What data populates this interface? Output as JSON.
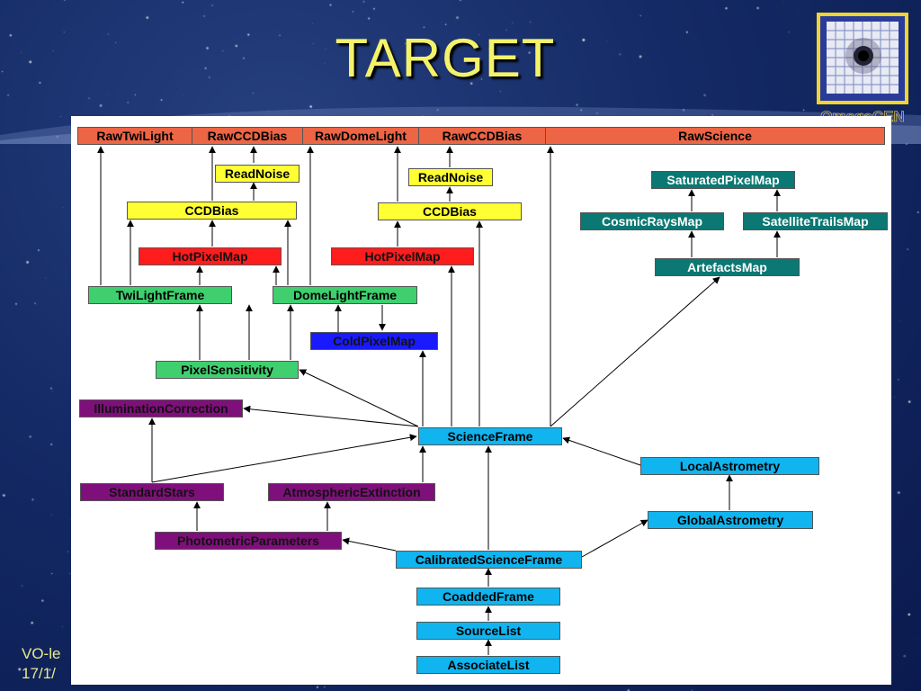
{
  "slide": {
    "title": "TARGET",
    "footer_line1": "VO-le",
    "footer_line2": "17/1/",
    "logo_text": "OmegaCEN"
  },
  "diagram": {
    "raw": {
      "raw_twilight": "RawTwiLight",
      "raw_ccd_bias_1": "RawCCDBias",
      "raw_dome_light": "RawDomeLight",
      "raw_ccd_bias_2": "RawCCDBias",
      "raw_science": "RawScience"
    },
    "nodes": {
      "read_noise_1": "ReadNoise",
      "read_noise_2": "ReadNoise",
      "ccd_bias_1": "CCDBias",
      "ccd_bias_2": "CCDBias",
      "hot_pixel_map_1": "HotPixelMap",
      "hot_pixel_map_2": "HotPixelMap",
      "twilight_frame": "TwiLightFrame",
      "dome_light_frame": "DomeLightFrame",
      "cold_pixel_map": "ColdPixelMap",
      "pixel_sensitivity": "PixelSensitivity",
      "illumination_correction": "IlluminationCorrection",
      "science_frame": "ScienceFrame",
      "standard_stars": "StandardStars",
      "atmospheric_extinction": "AtmosphericExtinction",
      "photometric_parameters": "PhotometricParameters",
      "calibrated_science_frame": "CalibratedScienceFrame",
      "coadded_frame": "CoaddedFrame",
      "source_list": "SourceList",
      "associate_list": "AssociateList",
      "local_astrometry": "LocalAstrometry",
      "global_astrometry": "GlobalAstrometry",
      "saturated_pixel_map": "SaturatedPixelMap",
      "cosmic_rays_map": "CosmicRaysMap",
      "satellite_trails_map": "SatelliteTrailsMap",
      "artefacts_map": "ArtefactsMap"
    }
  },
  "colors": {
    "raw": "#ec6545",
    "yellow": "#ffff33",
    "red": "#ff1c1c",
    "green": "#3fcf6f",
    "blue": "#1a1aff",
    "purple": "#7f0f7a",
    "cyan": "#10b4ef",
    "teal": "#0b7873",
    "title": "#f4f26a"
  }
}
